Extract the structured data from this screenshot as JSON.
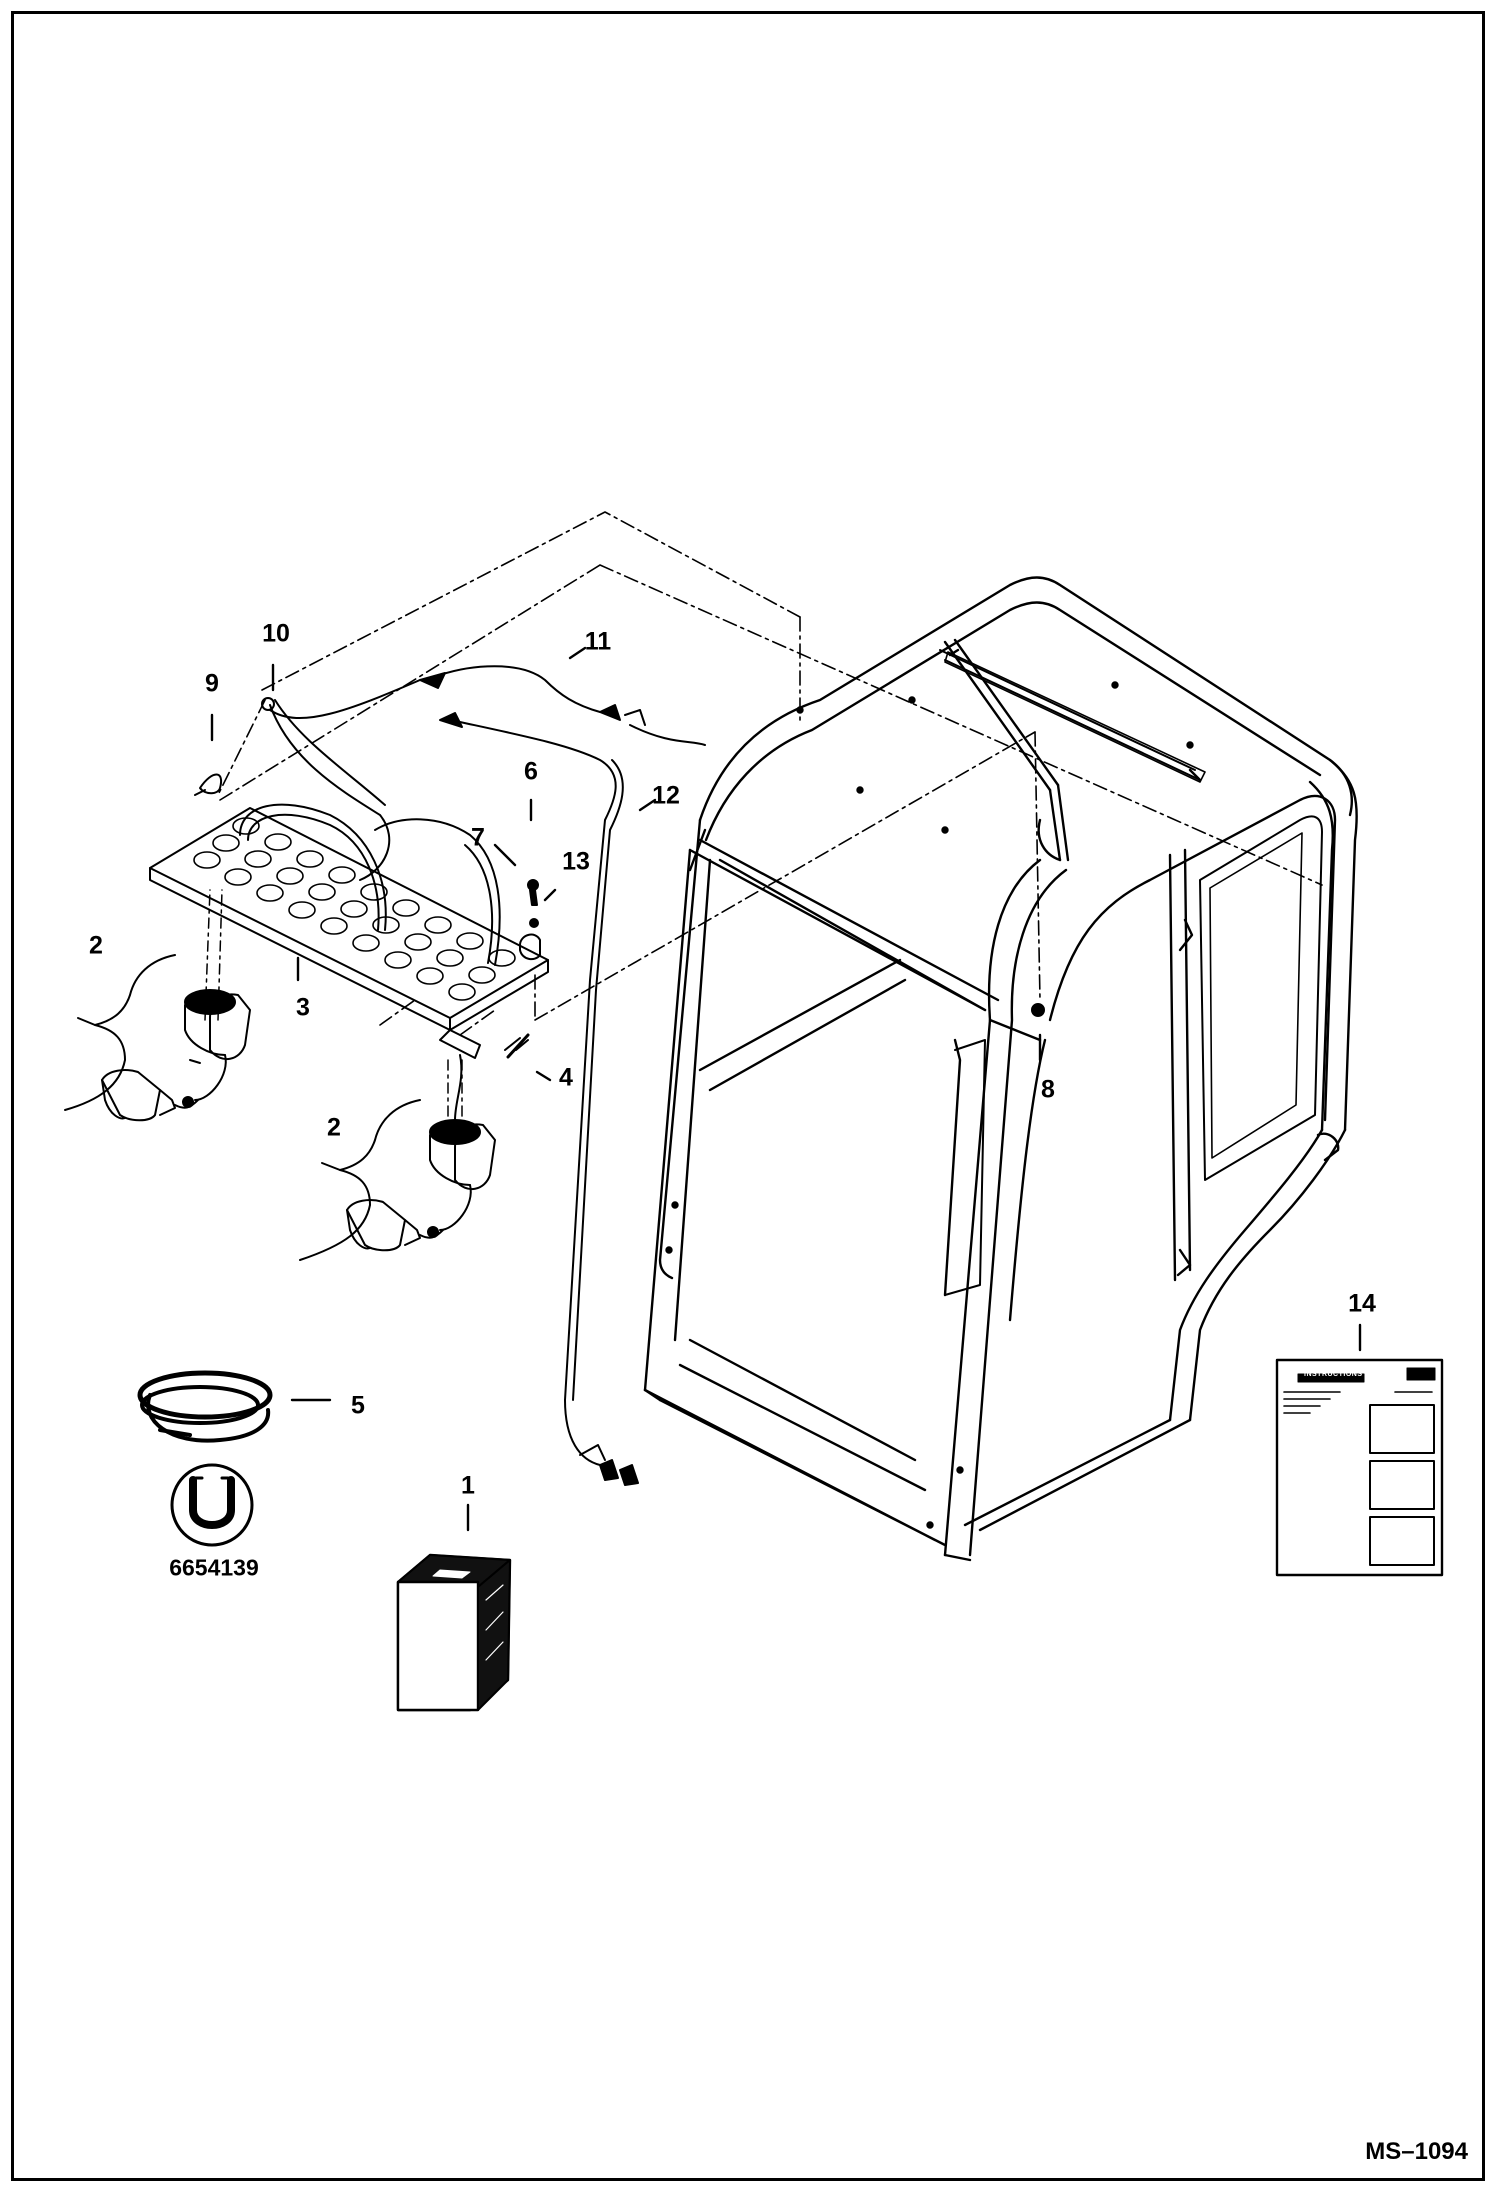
{
  "callouts": [
    {
      "id": "1",
      "label": "1"
    },
    {
      "id": "2a",
      "label": "2"
    },
    {
      "id": "2b",
      "label": "2"
    },
    {
      "id": "3",
      "label": "3"
    },
    {
      "id": "4",
      "label": "4"
    },
    {
      "id": "5",
      "label": "5"
    },
    {
      "id": "6",
      "label": "6"
    },
    {
      "id": "7",
      "label": "7"
    },
    {
      "id": "8",
      "label": "8"
    },
    {
      "id": "9",
      "label": "9"
    },
    {
      "id": "10",
      "label": "10"
    },
    {
      "id": "11",
      "label": "11"
    },
    {
      "id": "12",
      "label": "12"
    },
    {
      "id": "13",
      "label": "13"
    },
    {
      "id": "14",
      "label": "14"
    }
  ],
  "part_code": "6654139",
  "instruction_sheet": {
    "heading": "INSTRUCTIONS"
  },
  "drawing_id": "MS–1094",
  "colors": {
    "ink": "#000000",
    "paper": "#ffffff",
    "box_dark": "#111111"
  }
}
